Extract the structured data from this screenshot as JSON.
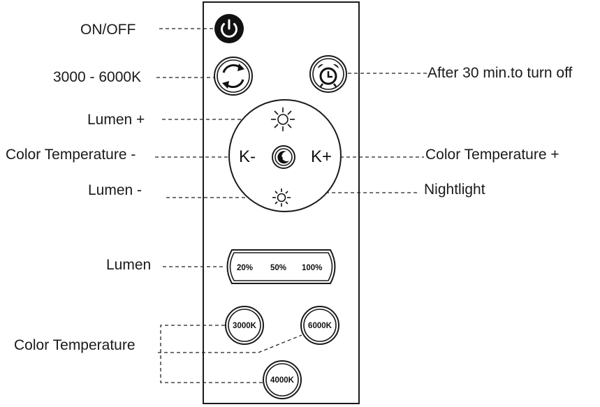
{
  "labels": {
    "on_off": "ON/OFF",
    "cct_range": "3000 - 6000K",
    "timer": "After 30 min.to turn off",
    "lumen_plus": "Lumen +",
    "color_temp_minus": "Color Temperature -",
    "color_temp_plus": "Color Temperature +",
    "lumen_minus": "Lumen -",
    "nightlight": "Nightlight",
    "lumen": "Lumen",
    "color_temperature": "Color Temperature"
  },
  "remote": {
    "k_minus": "K-",
    "k_plus": "K+",
    "lumen_levels": [
      "20%",
      "50%",
      "100%"
    ],
    "cct_3000": "3000K",
    "cct_6000": "6000K",
    "cct_4000": "4000K"
  },
  "icons": [
    "power-icon",
    "cycle-arrows-icon",
    "alarm-clock-icon",
    "sun-icon",
    "moon-stars-icon"
  ]
}
